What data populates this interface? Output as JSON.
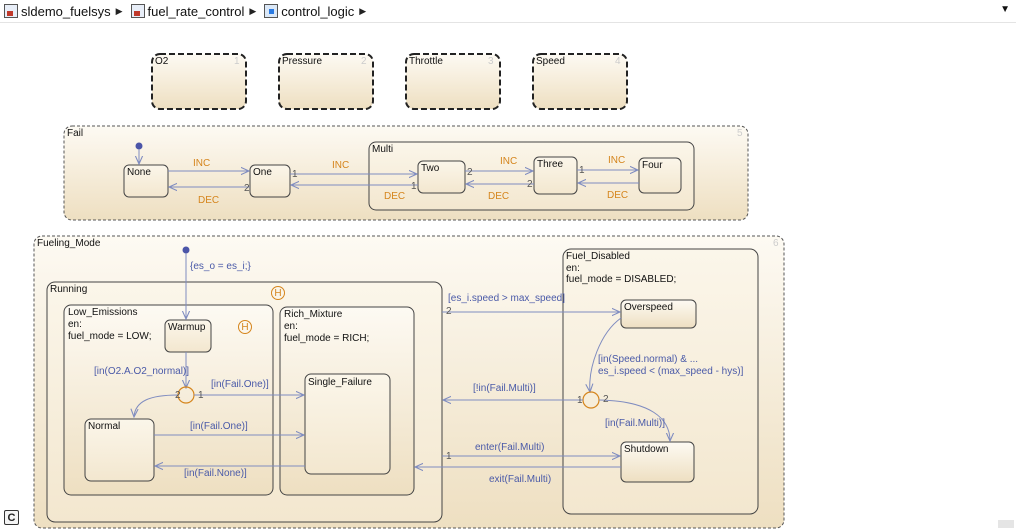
{
  "breadcrumb": {
    "items": [
      {
        "label": "sldemo_fuelsys",
        "icon": "model-icon"
      },
      {
        "label": "fuel_rate_control",
        "icon": "subsystem-icon"
      },
      {
        "label": "control_logic",
        "icon": "chart-icon"
      }
    ]
  },
  "parallel_states": [
    {
      "name": "O2",
      "order": "1"
    },
    {
      "name": "Pressure",
      "order": "2"
    },
    {
      "name": "Throttle",
      "order": "3"
    },
    {
      "name": "Speed",
      "order": "4"
    }
  ],
  "fail": {
    "name": "Fail",
    "order": "5",
    "states": {
      "none": "None",
      "one": "One",
      "two": "Two",
      "three": "Three",
      "four": "Four",
      "multi": "Multi"
    },
    "inc": "INC",
    "dec": "DEC",
    "priority_1": "1",
    "priority_2": "2"
  },
  "fueling": {
    "name": "Fueling_Mode",
    "order": "6",
    "default_action": "{es_o = es_i;}",
    "running": "Running",
    "history": "H",
    "low_emissions": {
      "name": "Low_Emissions",
      "en": "en:",
      "action": "fuel_mode = LOW;"
    },
    "warmup": "Warmup",
    "normal": "Normal",
    "rich_mixture": {
      "name": "Rich_Mixture",
      "en": "en:",
      "action": "fuel_mode = RICH;"
    },
    "single_failure": "Single_Failure",
    "fuel_disabled": {
      "name": "Fuel_Disabled",
      "en": "en:",
      "action": "fuel_mode = DISABLED;"
    },
    "overspeed": "Overspeed",
    "shutdown": "Shutdown",
    "transitions": {
      "o2_normal": "[in(O2.A.O2_normal)]",
      "fail_one_a": "[in(Fail.One)]",
      "fail_one_b": "[in(Fail.One)]",
      "fail_none": "[in(Fail.None)]",
      "overspeed_cond": "[es_i.speed > max_speed]",
      "speed_normal_1": "[in(Speed.normal) & ...",
      "speed_normal_2": "es_i.speed < (max_speed - hys)]",
      "not_multi": "[!in(Fail.Multi)]",
      "in_multi": "[in(Fail.Multi)]",
      "enter_multi": "enter(Fail.Multi)",
      "exit_multi": "exit(Fail.Multi)"
    }
  },
  "toolbar": {
    "c_button": "C"
  },
  "colors": {
    "state_fill_top": "#fdfaf3",
    "state_fill_bottom": "#eedfc1",
    "transition": "#7f8cc0",
    "keyword": "#d5851d",
    "default_dot": "#4b55a8"
  }
}
